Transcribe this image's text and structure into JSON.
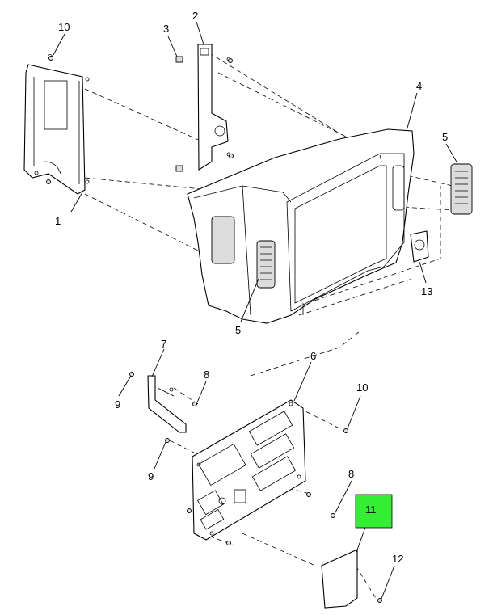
{
  "callouts": {
    "c1": "1",
    "c2": "2",
    "c3": "3",
    "c4": "4",
    "c5a": "5",
    "c5b": "5",
    "c6": "6",
    "c7": "7",
    "c8a": "8",
    "c8b": "8",
    "c9a": "9",
    "c9b": "9",
    "c10a": "10",
    "c10b": "10",
    "c11": "11",
    "c12": "12",
    "c13": "13"
  },
  "colors": {
    "highlight": "#33ee33",
    "line": "#000000",
    "shade": "#dcdcdc"
  }
}
